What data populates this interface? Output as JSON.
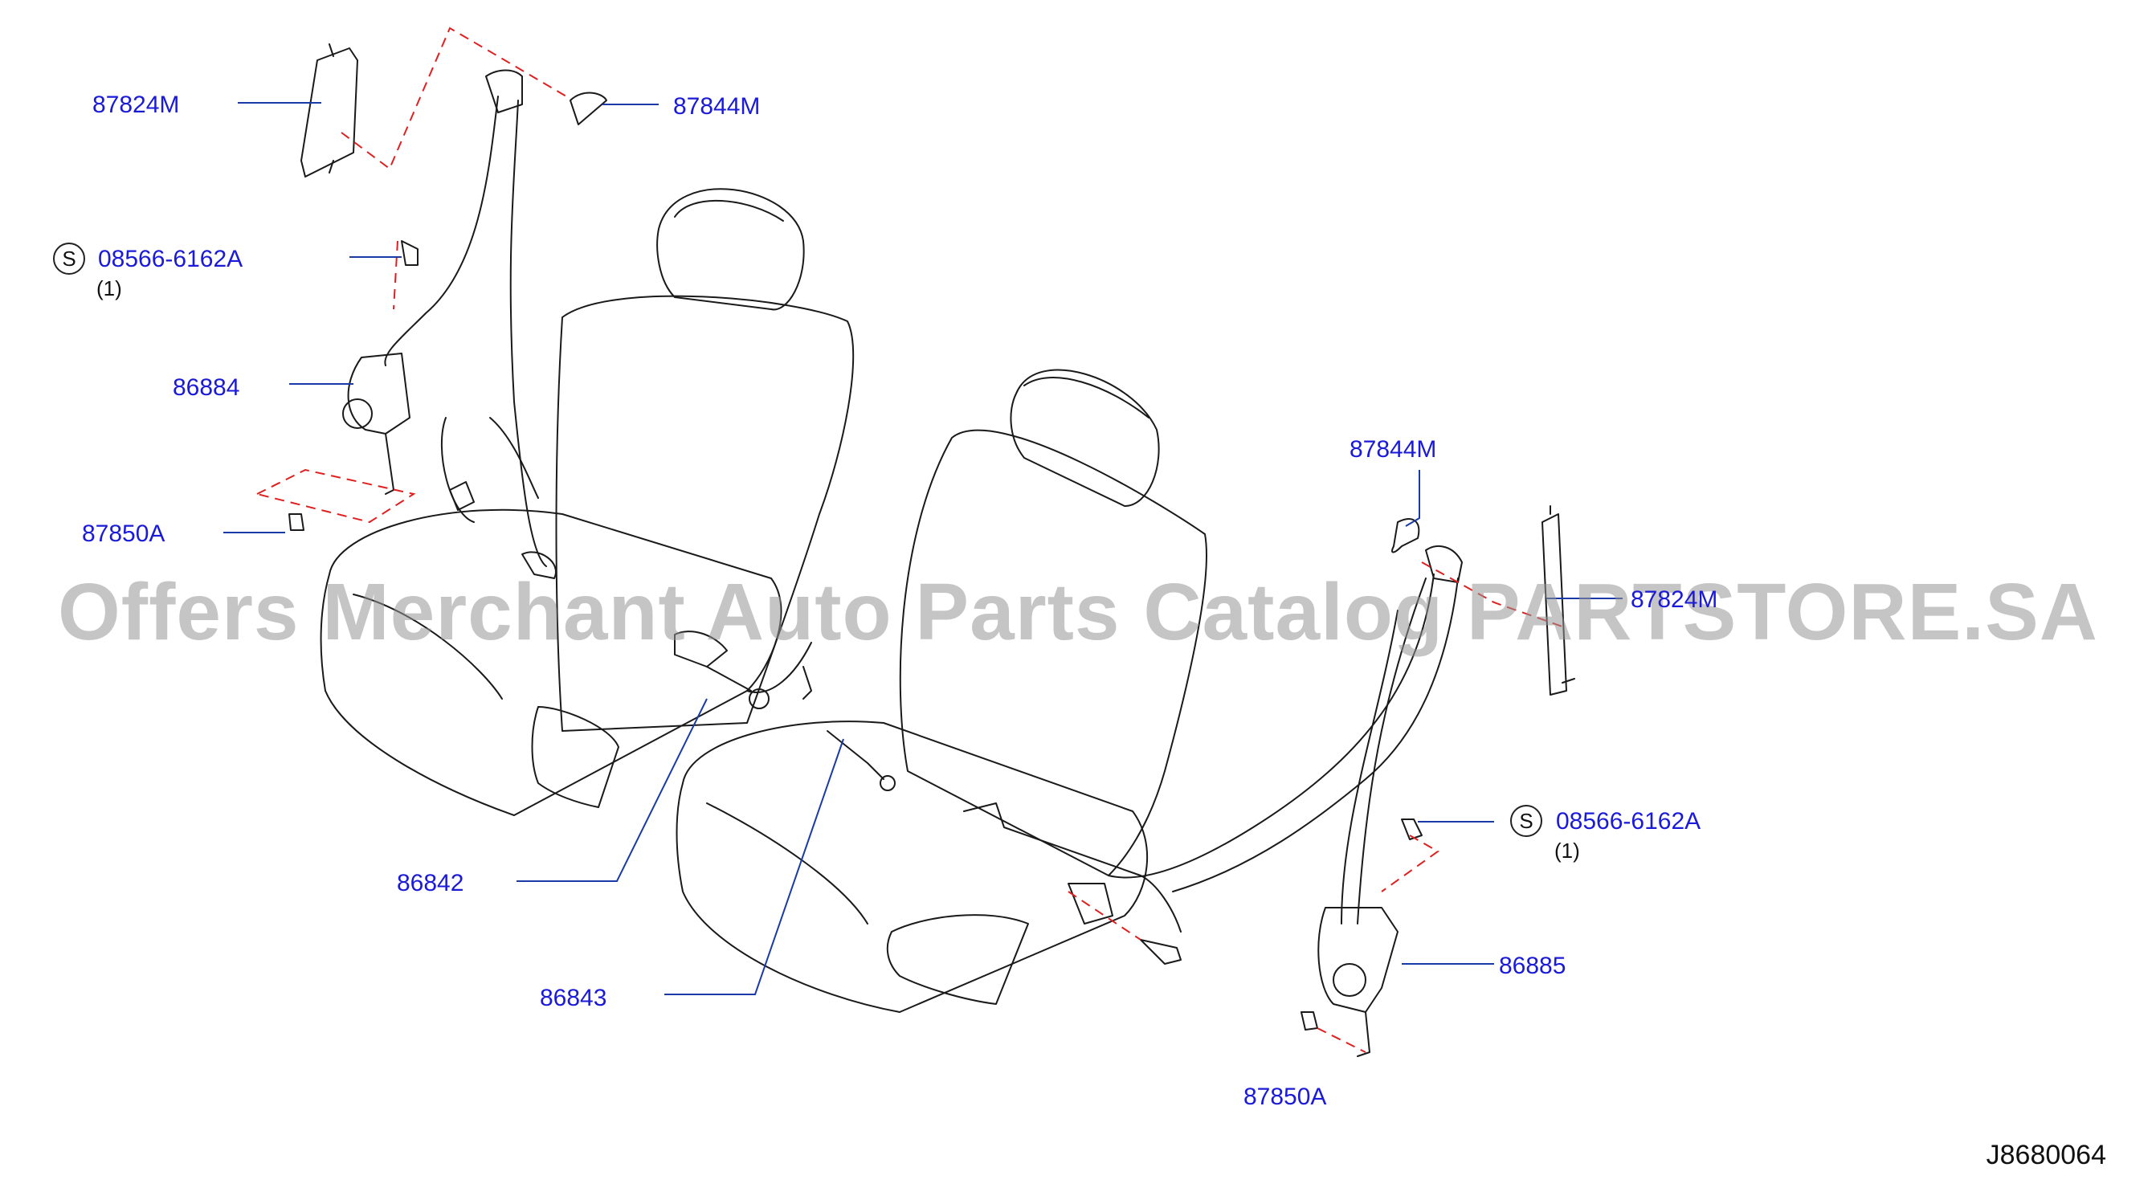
{
  "parts": {
    "p87824m_left": "87824M",
    "p87844m_left": "87844M",
    "p08566_left": "08566-6162A",
    "p08566_left_qty": "(1)",
    "p86884": "86884",
    "p87850a_left": "87850A",
    "p86842": "86842",
    "p86843": "86843",
    "p87844m_right": "87844M",
    "p87824m_right": "87824M",
    "p08566_right": "08566-6162A",
    "p08566_right_qty": "(1)",
    "p86885": "86885",
    "p87850a_right": "87850A"
  },
  "standard_part_mark": "S",
  "diagram_code": "J8680064",
  "watermark": "Offers Merchant Auto Parts Catalog PARTSTORE.SA",
  "colors": {
    "label": "#1a1ad8",
    "leader": "#1a3aa8",
    "phantom_line": "#e02020",
    "outline": "#1a1a1a"
  }
}
